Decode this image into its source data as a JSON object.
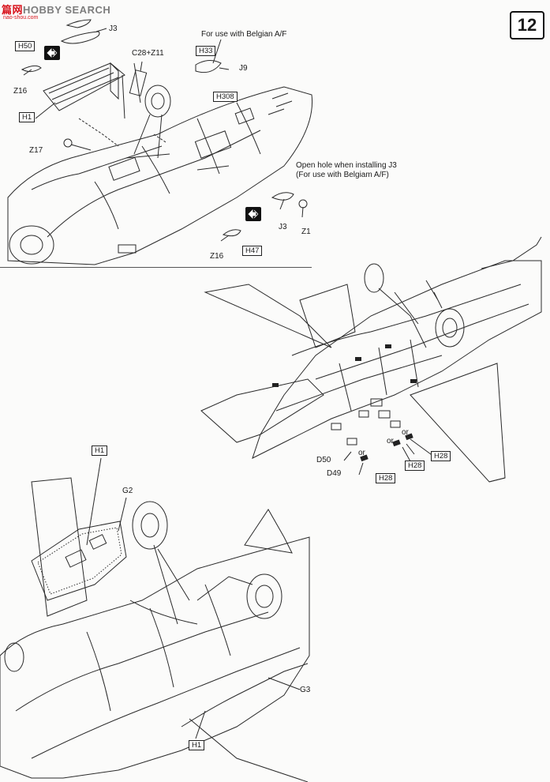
{
  "watermark": {
    "brand_cn": "篇网",
    "brand_en": "HOBBY SEARCH",
    "url": "nao-shou.com"
  },
  "step_number": "12",
  "callouts": {
    "belgian_note": "For use with Belgian A/F",
    "hole_note_line1": "Open hole when installing J3",
    "hole_note_line2": "(For use with Belgiam A/F)"
  },
  "parts": {
    "j3_top": "J3",
    "h50": "H50",
    "z16_top": "Z16",
    "c28_z11": "C28+Z11",
    "h1_top": "H1",
    "z17": "Z17",
    "h33": "H33",
    "j9": "J9",
    "h308": "H308",
    "j3_right": "J3",
    "z1": "Z1",
    "z16_bottom": "Z16",
    "h47": "H47",
    "d50": "D50",
    "or1": "or",
    "d49": "D49",
    "h28_a": "H28",
    "or2": "or",
    "or3": "or",
    "h28_b": "H28",
    "h28_c": "H28",
    "h1_mid": "H1",
    "g2": "G2",
    "g3": "G3",
    "h1_bottom": "H1"
  },
  "icons": {
    "arrow_swap": "swap-arrows-icon"
  },
  "colors": {
    "line": "#222222",
    "paper": "#fbfbfa",
    "brand_red": "#d8121b"
  }
}
